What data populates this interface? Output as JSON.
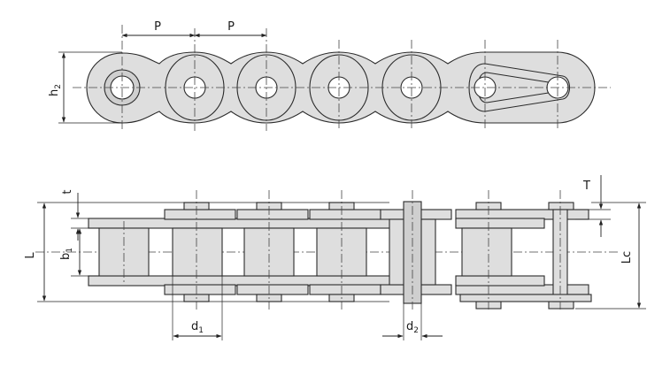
{
  "labels": {
    "pitch": "P",
    "h2": "h",
    "h2_sub": "2",
    "t": "t",
    "T": "T",
    "L": "L",
    "b1": "b",
    "b1_sub": "1",
    "Lc": "Lc",
    "d1": "d",
    "d1_sub": "1",
    "d2": "d",
    "d2_sub": "2"
  },
  "colors": {
    "part_fill": "#dedede",
    "line": "#2b2b2b"
  }
}
